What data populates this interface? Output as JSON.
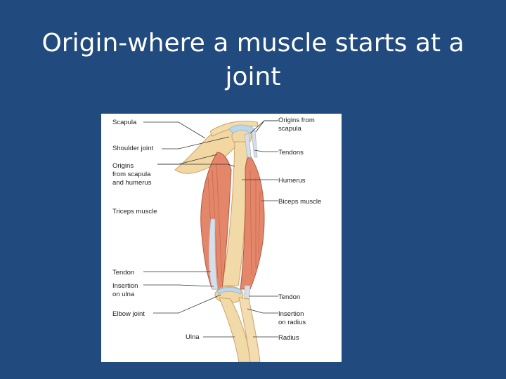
{
  "slide": {
    "title_line1": "Origin-where a muscle starts at a",
    "title_line2": "joint"
  },
  "diagram": {
    "labels_left": {
      "scapula": "Scapula",
      "shoulder_joint": "Shoulder joint",
      "origins_1": "Origins",
      "origins_2": "from scapula",
      "origins_3": "and humerus",
      "triceps": "Triceps muscle",
      "tendon": "Tendon",
      "insertion_ulna_1": "Insertion",
      "insertion_ulna_2": "on ulna",
      "elbow_joint": "Elbow joint"
    },
    "labels_right": {
      "origins_scapula_1": "Origins from",
      "origins_scapula_2": "scapula",
      "tendons": "Tendons",
      "humerus": "Humerus",
      "biceps": "Biceps muscle",
      "tendon": "Tendon",
      "insertion_radius_1": "Insertion",
      "insertion_radius_2": "on radius",
      "radius": "Radius"
    },
    "label_bottom": {
      "ulna": "Ulna"
    }
  }
}
